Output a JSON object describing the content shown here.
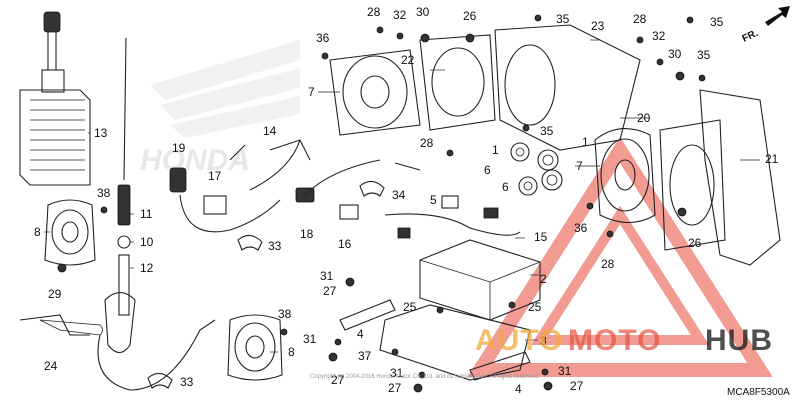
{
  "fr_label": "FR.",
  "code": "MCA8F5300A",
  "copyright": "Copyright (c) 2004-2016 Honda Motor Co.,Ltd. and its subsidiaries. All rights reserved.",
  "background_logo": "HONDA",
  "watermark": {
    "part1": "AUTO",
    "part2": "MOTO",
    "part3": "HUB",
    "accent_color": "#e64a3c",
    "orange": "#f1a93a"
  },
  "labels": {
    "n1a": "1",
    "n1b": "1",
    "n2": "2",
    "n3": "3",
    "n4a": "4",
    "n4b": "4",
    "n5": "5",
    "n6a": "6",
    "n6b": "6",
    "n7a": "7",
    "n7b": "7",
    "n8a": "8",
    "n8b": "8",
    "n10": "10",
    "n11": "11",
    "n12": "12",
    "n13": "13",
    "n14": "14",
    "n15": "15",
    "n16": "16",
    "n17": "17",
    "n18": "18",
    "n19": "19",
    "n20": "20",
    "n21": "21",
    "n22": "22",
    "n23": "23",
    "n24": "24",
    "n25a": "25",
    "n25b": "25",
    "n26a": "26",
    "n26b": "26",
    "n27a": "27",
    "n27b": "27",
    "n27c": "27",
    "n27d": "27",
    "n28a": "28",
    "n28b": "28",
    "n28c": "28",
    "n28d": "28",
    "n29": "29",
    "n30a": "30",
    "n30b": "30",
    "n31a": "31",
    "n31b": "31",
    "n31c": "31",
    "n32a": "32",
    "n32b": "32",
    "n33a": "33",
    "n33b": "33",
    "n34": "34",
    "n35a": "35",
    "n35b": "35",
    "n35c": "35",
    "n35d": "35",
    "n36a": "36",
    "n36b": "36",
    "n37": "37",
    "n38a": "38",
    "n38b": "38"
  }
}
